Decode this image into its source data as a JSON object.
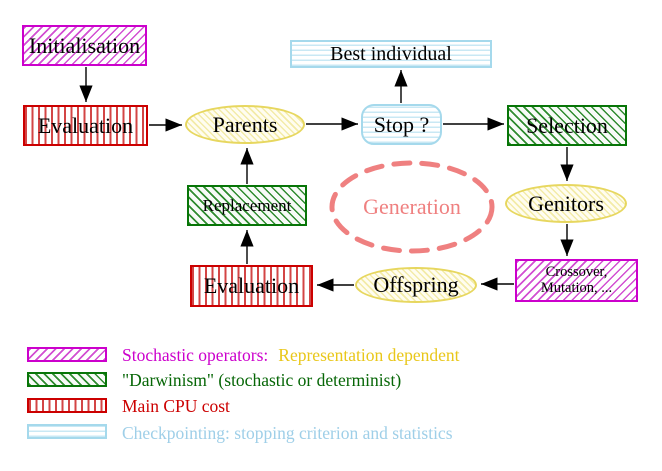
{
  "diagram": {
    "nodes": {
      "initialisation": {
        "label": "Initialisation",
        "style": "magenta-diagonal-hatch"
      },
      "evaluation_top": {
        "label": "Evaluation",
        "style": "red-vertical-stripes"
      },
      "best_individual": {
        "label": "Best individual",
        "style": "cyan-horizontal-stripes"
      },
      "parents": {
        "label": "Parents",
        "style": "yellow-hatched-ellipse"
      },
      "stop": {
        "label": "Stop ?",
        "style": "cyan-horizontal-stripes-rounded"
      },
      "selection": {
        "label": "Selection",
        "style": "green-diagonal-hatch"
      },
      "replacement": {
        "label": "Replacement",
        "style": "green-diagonal-hatch"
      },
      "generation": {
        "label": "Generation",
        "style": "salmon-dashed-ellipse"
      },
      "genitors": {
        "label": "Genitors",
        "style": "yellow-hatched-ellipse"
      },
      "crossover_mutation": {
        "line1": "Crossover,",
        "line2": "Mutation, ...",
        "style": "magenta-diagonal-hatch"
      },
      "evaluation_bottom": {
        "label": "Evaluation",
        "style": "red-vertical-stripes"
      },
      "offspring": {
        "label": "Offspring",
        "style": "yellow-hatched-ellipse"
      }
    },
    "edges": [
      "initialisation -> evaluation_top",
      "evaluation_top -> parents",
      "parents -> stop",
      "stop -> best_individual",
      "stop -> selection",
      "selection -> genitors",
      "genitors -> crossover_mutation",
      "crossover_mutation -> offspring",
      "offspring -> evaluation_bottom",
      "evaluation_bottom -> replacement",
      "replacement -> parents"
    ]
  },
  "legend": {
    "items": [
      {
        "swatch": "magenta-diagonal-hatch",
        "label": "Stochastic operators:",
        "label2": "Representation dependent"
      },
      {
        "swatch": "green-diagonal-hatch",
        "label": "\"Darwinism\" (stochastic or determinist)",
        "label2": ""
      },
      {
        "swatch": "red-vertical-stripes",
        "label": "Main CPU cost",
        "label2": ""
      },
      {
        "swatch": "cyan-horizontal-stripes",
        "label": "Checkpointing: stopping criterion and statistics",
        "label2": ""
      }
    ]
  },
  "colors": {
    "magenta": "#cc00cc",
    "green": "#066606",
    "red": "#cc0000",
    "cyan_border": "#a5d9ec",
    "cyan_text": "#9fcfe8",
    "yellow_text": "#e9c71a",
    "yellow_ellipse_border": "#e7d75f",
    "salmon": "#ef8080",
    "arrow": "#000000",
    "background": "#ffffff"
  }
}
